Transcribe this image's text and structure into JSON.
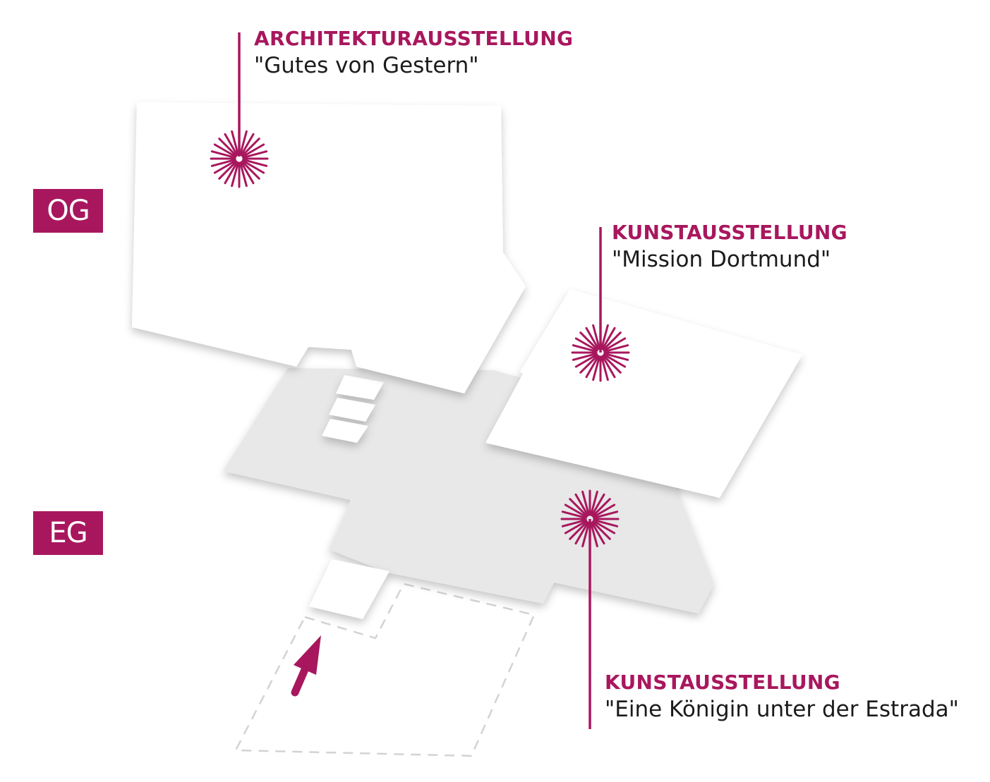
{
  "colors": {
    "accent": "#a8175e",
    "floor_upper": "#ffffff",
    "floor_ground": "#e8e8e8",
    "text": "#1b1b1b"
  },
  "floors": {
    "upper": "OG",
    "ground": "EG"
  },
  "exhibitions": [
    {
      "title": "ARCHITEKTURAUSSTELLUNG",
      "subtitle": "\"Gutes von Gestern\""
    },
    {
      "title": "KUNSTAUSSTELLUNG",
      "subtitle": "\"Mission Dortmund\""
    },
    {
      "title": "KUNSTAUSSTELLUNG",
      "subtitle": "\"Eine Königin unter der Estrada\""
    }
  ],
  "icons": {
    "marker": "starburst-icon",
    "entrance": "entrance-arrow-icon"
  }
}
